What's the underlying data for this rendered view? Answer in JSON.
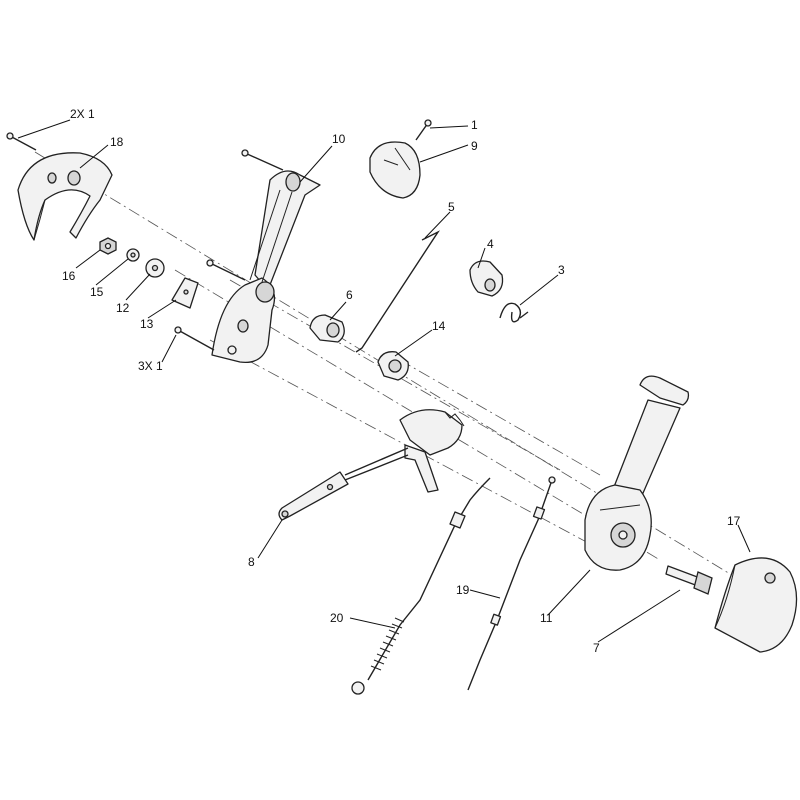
{
  "callouts": {
    "c_2x1": "2X 1",
    "c_18": "18",
    "c_10": "10",
    "c_1": "1",
    "c_9": "9",
    "c_5": "5",
    "c_4": "4",
    "c_3": "3",
    "c_16": "16",
    "c_15": "15",
    "c_12": "12",
    "c_13": "13",
    "c_6": "6",
    "c_14": "14",
    "c_3x1": "3X 1",
    "c_8": "8",
    "c_17": "17",
    "c_11": "11",
    "c_7": "7",
    "c_19": "19",
    "c_20": "20"
  }
}
